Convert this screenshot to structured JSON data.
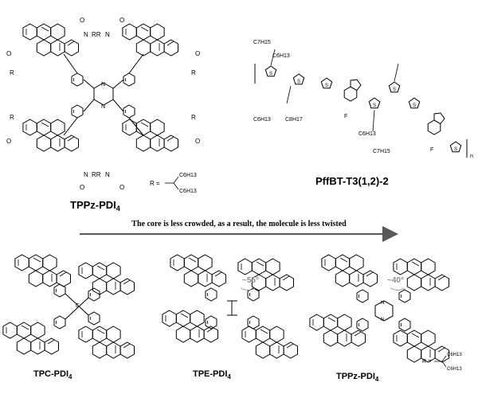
{
  "top_left": {
    "name": "TPPz-PDI",
    "name_sub": "4",
    "r_eq": "R =",
    "r_sub_1": "C6H13",
    "r_sub_2": "C6H13"
  },
  "top_right": {
    "name": "PffBT-T3(1,2)-2",
    "chain_1": "C7H15",
    "chain_2": "C6H13",
    "chain_3": "C6H13",
    "chain_4": "C8H17",
    "chain_5": "C6H13",
    "chain_6": "C7H15",
    "fluorine": "F",
    "n_label": "n"
  },
  "arrow_caption": "The core is less crowded, as a result, the molecule is less twisted",
  "bottom": [
    {
      "name": "TPC-PDI",
      "sub": "4",
      "center_atom": "C",
      "angle": ""
    },
    {
      "name": "TPE-PDI",
      "sub": "4",
      "center_atom": "",
      "angle": "~55°"
    },
    {
      "name": "TPPz-PDI",
      "sub": "4",
      "center_atom": "N",
      "angle": "~40°"
    }
  ],
  "colors": {
    "ink": "#000000",
    "arrow": "#595959",
    "angle_grey": "#8c8c8c"
  }
}
